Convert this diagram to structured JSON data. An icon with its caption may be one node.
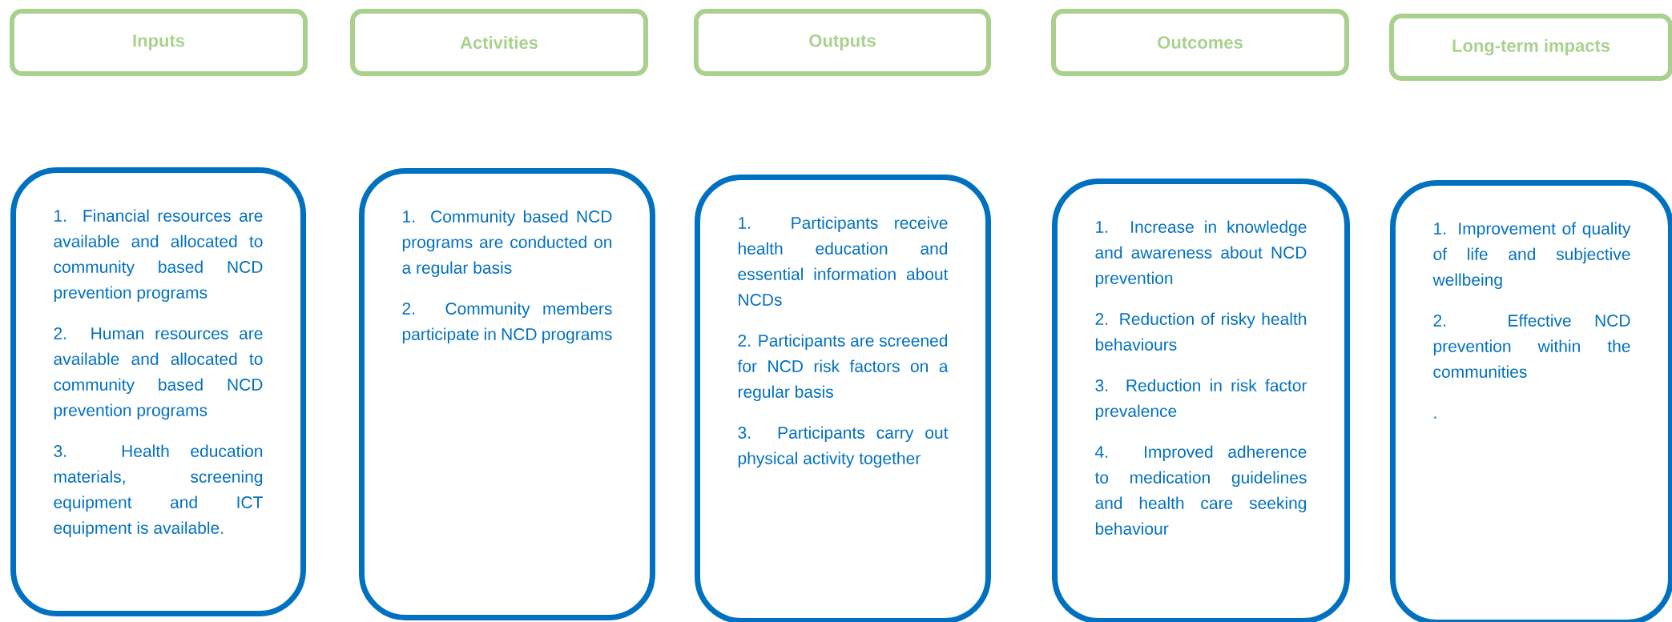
{
  "diagram": {
    "nodes": [
      {
        "text": [
          "Inputs"
        ]
      },
      {
        "text": [
          "Activities"
        ]
      },
      {
        "text": [
          "Outputs"
        ]
      },
      {
        "text": [
          "Outcomes"
        ]
      },
      {
        "text": [
          "Long-term impacts"
        ]
      },
      {
        "text": [
          "1. Financial resources are available and allocated to community based NCD prevention programs",
          "2. Human resources are available and allocated to community based NCD prevention programs",
          "3. Health education materials, screening equipment and ICT equipment is available."
        ]
      },
      {
        "text": [
          "1. Community based NCD programs are conducted on a regular basis",
          "2. Community members participate in NCD programs"
        ]
      },
      {
        "text": [
          "1. Participants receive health education and essential information about NCDs",
          "2. Participants are screened for NCD risk factors on a regular basis",
          "3. Participants carry out physical activity together"
        ]
      },
      {
        "text": [
          "1. Increase in knowledge and awareness about NCD prevention",
          "2. Reduction of risky health behaviours",
          "3. Reduction in risk factor prevalence",
          "4. Improved adherence to medication guidelines and health care seeking behaviour"
        ]
      },
      {
        "text": [
          "1. Improvement of quality of life and subjective wellbeing",
          "2. Effective NCD prevention within the communities",
          "."
        ]
      }
    ]
  }
}
